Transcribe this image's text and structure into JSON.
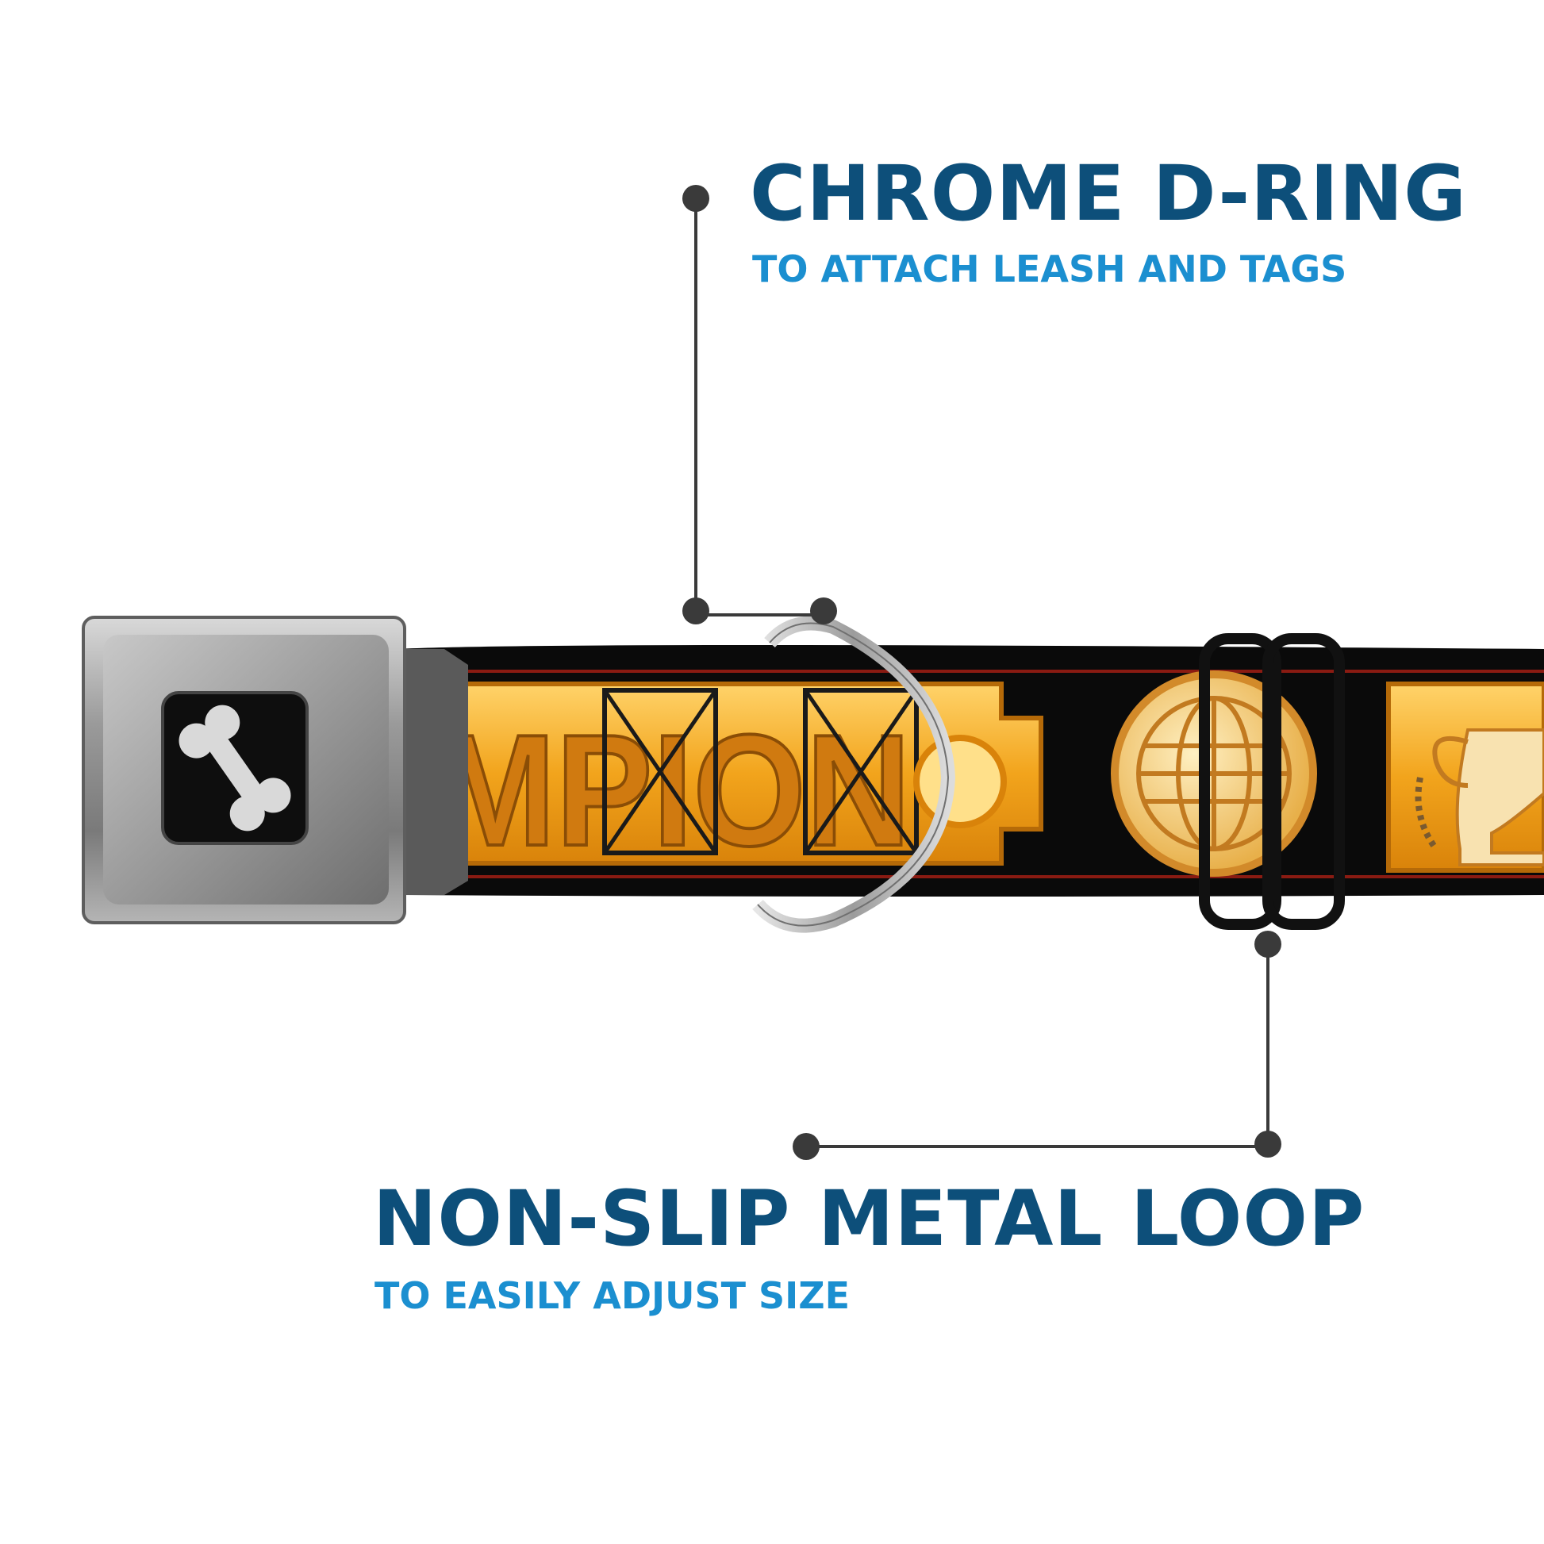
{
  "callouts": {
    "d_ring": {
      "title": "CHROME D-RING",
      "subtitle": "TO ATTACH LEASH AND TAGS"
    },
    "metal_loop": {
      "title": "NON-SLIP METAL LOOP",
      "subtitle": "TO EASILY ADJUST SIZE"
    }
  },
  "collar": {
    "print_text": "MPION",
    "icons": [
      "bone-icon",
      "globe-icon",
      "trophy-icon"
    ]
  },
  "colors": {
    "title": "#0d4f7a",
    "subtitle": "#1b8fd0",
    "leader_line": "#3a3a3a",
    "strap": "#0a0a0a",
    "gold": "#f2a41c"
  }
}
